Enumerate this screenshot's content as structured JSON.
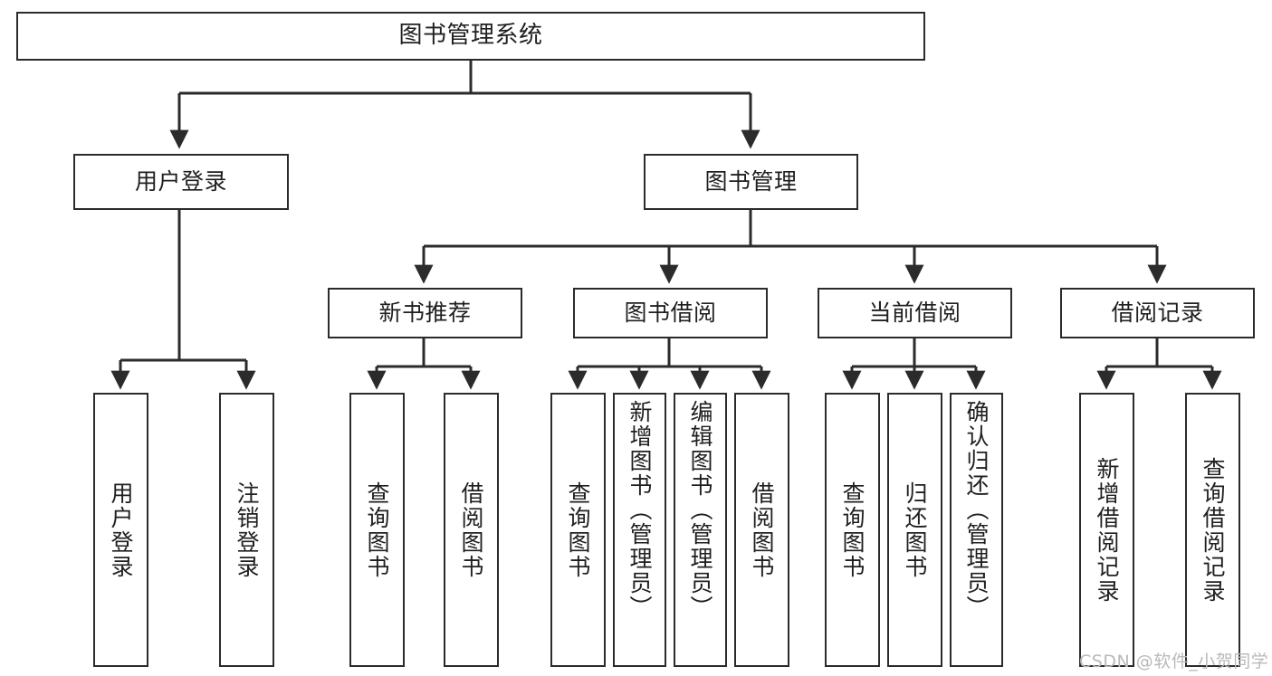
{
  "diagram": {
    "title": "图书管理系统",
    "type": "tree-hierarchy",
    "watermark": "CSDN @软件_小贺同学",
    "colors": {
      "stroke": "#2b2b2b",
      "fill": "#ffffff",
      "text": "#1f1f1f",
      "watermark": "#b9b9b9"
    },
    "nodes": {
      "root": {
        "label": "图书管理系统"
      },
      "level2": [
        {
          "id": "user-login",
          "label": "用户登录"
        },
        {
          "id": "book-manage",
          "label": "图书管理"
        }
      ],
      "level3": [
        {
          "id": "new-book-rec",
          "label": "新书推荐"
        },
        {
          "id": "book-borrow",
          "label": "图书借阅"
        },
        {
          "id": "current-borrow",
          "label": "当前借阅"
        },
        {
          "id": "borrow-record",
          "label": "借阅记录"
        }
      ],
      "leaves": {
        "user-login": [
          {
            "id": "leaf-user-login",
            "label": "用户登录"
          },
          {
            "id": "leaf-logout",
            "label": "注销登录"
          }
        ],
        "new-book-rec": [
          {
            "id": "leaf-query-book-1",
            "label": "查询图书"
          },
          {
            "id": "leaf-borrow-book-1",
            "label": "借阅图书"
          }
        ],
        "book-borrow": [
          {
            "id": "leaf-query-book-2",
            "label": "查询图书"
          },
          {
            "id": "leaf-add-book",
            "label": "新增图书（管理员）"
          },
          {
            "id": "leaf-edit-book",
            "label": "编辑图书（管理员）"
          },
          {
            "id": "leaf-borrow-book-2",
            "label": "借阅图书"
          }
        ],
        "current-borrow": [
          {
            "id": "leaf-query-book-3",
            "label": "查询图书"
          },
          {
            "id": "leaf-return-book",
            "label": "归还图书"
          },
          {
            "id": "leaf-confirm-return",
            "label": "确认归还（管理员）"
          }
        ],
        "borrow-record": [
          {
            "id": "leaf-add-record",
            "label": "新增借阅记录"
          },
          {
            "id": "leaf-query-record",
            "label": "查询借阅记录"
          }
        ]
      }
    }
  }
}
